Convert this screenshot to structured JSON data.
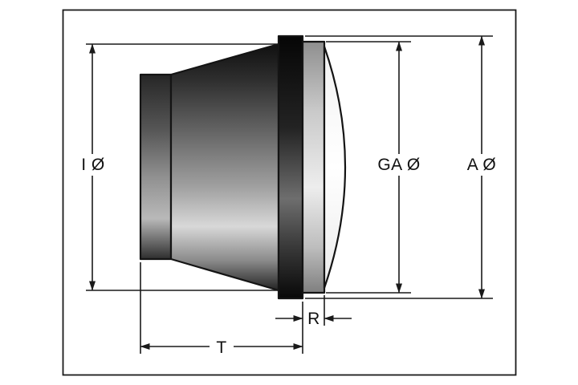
{
  "diagram": {
    "labels": {
      "inner_diameter": "I Ø",
      "glass_diameter": "GA Ø",
      "outer_diameter": "A Ø",
      "depth": "T",
      "ring_width": "R"
    },
    "colors": {
      "line": "#1a1a1a",
      "background": "#ffffff",
      "body_dark": "#161616",
      "body_highlight": "#d8d8d8",
      "rim_dark": "#0f0f0f",
      "ring_light": "#e9e9e9",
      "lens": "#fafafa"
    }
  }
}
